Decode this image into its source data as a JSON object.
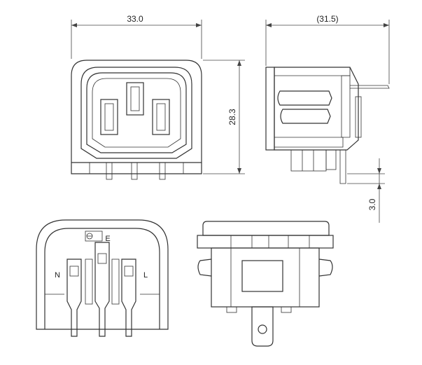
{
  "dimensions": {
    "width_front": "33.0",
    "height_front": "28.3",
    "depth_side": "(31.5)",
    "pin_length": "3.0"
  },
  "terminal_labels": {
    "earth": "E",
    "neutral": "N",
    "live": "L"
  },
  "colors": {
    "line": "#333333",
    "background": "#ffffff"
  }
}
